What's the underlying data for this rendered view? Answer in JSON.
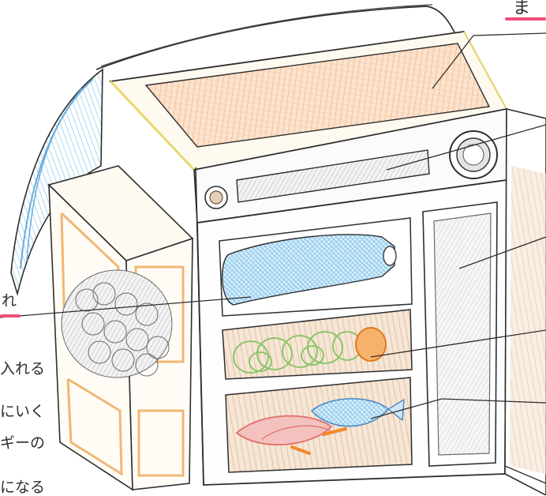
{
  "palette": {
    "ink": "#2e2e2e",
    "paper": "#ffffff",
    "roof_wood": "#f2b27e",
    "frame_wood": "#f1b774",
    "water_blue": "#7fc3ea",
    "vegetable_green": "#8cc56b",
    "shelf_brown": "#c59a72",
    "fish_red": "#e58a86",
    "carrot_orange": "#f08a2c",
    "highlight_pink": "#ef4f7a",
    "canopy_blue": "#6aaedc"
  },
  "annotations": {
    "top_right": "ま",
    "left_1": "れ",
    "left_2": "入れる",
    "left_3": "にいく",
    "left_4": "ギーの",
    "left_5": "になる"
  },
  "icons": [
    "round-vent-icon-left",
    "round-vent-icon-right"
  ]
}
